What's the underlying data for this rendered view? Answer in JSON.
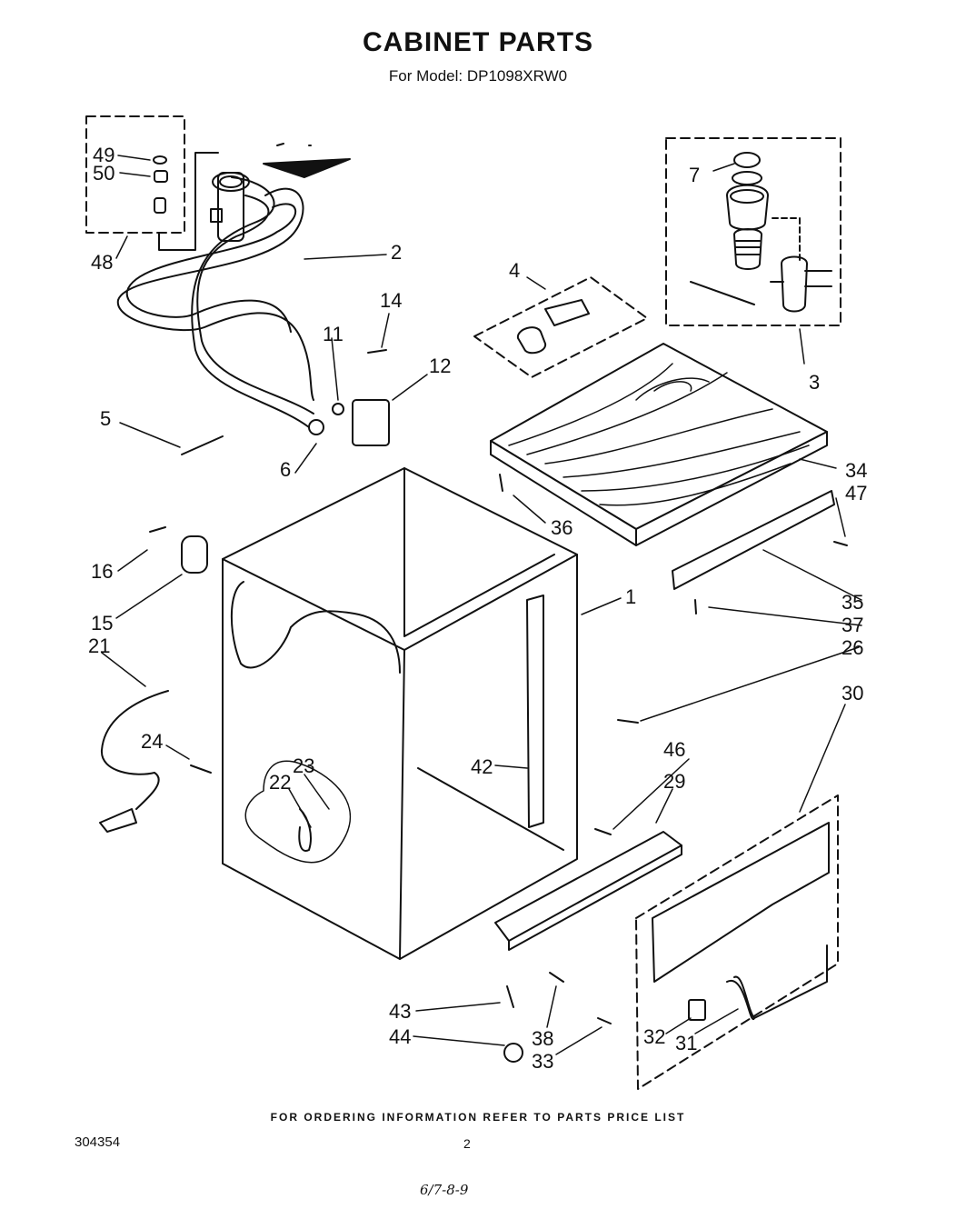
{
  "header": {
    "title": "CABINET PARTS",
    "subtitle": "For Model: DP1098XRW0"
  },
  "footer": {
    "ordering_note": "FOR ORDERING INFORMATION REFER TO PARTS PRICE LIST",
    "doc_number": "304354",
    "page_number": "2",
    "handwritten_note": "6/7-8-9"
  },
  "callouts": {
    "c1": "1",
    "c2": "2",
    "c3": "3",
    "c4": "4",
    "c5": "5",
    "c6": "6",
    "c7": "7",
    "c11": "11",
    "c12": "12",
    "c14": "14",
    "c15": "15",
    "c16": "16",
    "c21": "21",
    "c22": "22",
    "c23": "23",
    "c24": "24",
    "c26": "26",
    "c29": "29",
    "c30": "30",
    "c31": "31",
    "c32": "32",
    "c33": "33",
    "c34": "34",
    "c35": "35",
    "c36": "36",
    "c37": "37",
    "c38": "38",
    "c42": "42",
    "c43": "43",
    "c44": "44",
    "c46": "46",
    "c47": "47",
    "c48": "48",
    "c49": "49",
    "c50": "50"
  }
}
